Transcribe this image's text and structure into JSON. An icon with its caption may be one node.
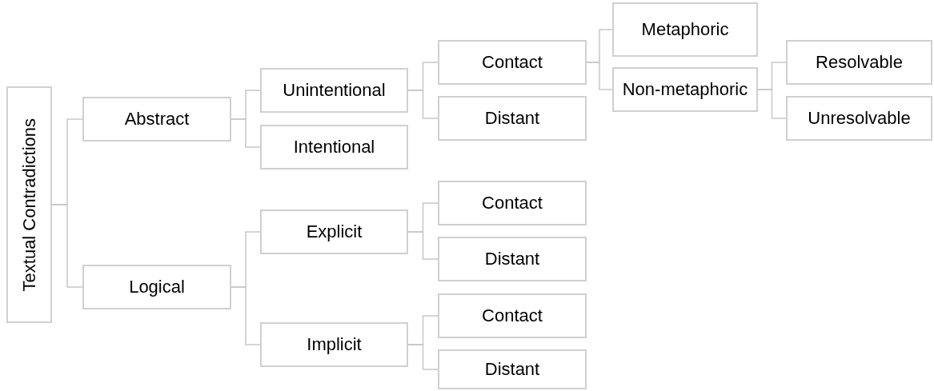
{
  "diagram": {
    "nodes": [
      {
        "text": [
          "Textual Contradictions"
        ]
      },
      {
        "text": [
          "Abstract"
        ]
      },
      {
        "text": [
          "Unintentional"
        ]
      },
      {
        "text": [
          "Intentional"
        ]
      },
      {
        "text": [
          "Contact"
        ]
      },
      {
        "text": [
          "Distant"
        ]
      },
      {
        "text": [
          "Metaphoric"
        ]
      },
      {
        "text": [
          "Non-metaphoric"
        ]
      },
      {
        "text": [
          "Resolvable"
        ]
      },
      {
        "text": [
          "Unresolvable"
        ]
      },
      {
        "text": [
          "Logical"
        ]
      },
      {
        "text": [
          "Explicit"
        ]
      },
      {
        "text": [
          "Implicit"
        ]
      },
      {
        "text": [
          "Contact"
        ]
      },
      {
        "text": [
          "Distant"
        ]
      },
      {
        "text": [
          "Contact"
        ]
      },
      {
        "text": [
          "Distant"
        ]
      }
    ],
    "edges": [
      {
        "from": 0,
        "to": 1,
        "arrow": "none"
      },
      {
        "from": 0,
        "to": 10,
        "arrow": "none"
      },
      {
        "from": 1,
        "to": 2,
        "arrow": "none"
      },
      {
        "from": 1,
        "to": 3,
        "arrow": "none"
      },
      {
        "from": 2,
        "to": 4,
        "arrow": "none"
      },
      {
        "from": 2,
        "to": 5,
        "arrow": "none"
      },
      {
        "from": 4,
        "to": 6,
        "arrow": "none"
      },
      {
        "from": 4,
        "to": 7,
        "arrow": "none"
      },
      {
        "from": 7,
        "to": 8,
        "arrow": "none"
      },
      {
        "from": 7,
        "to": 9,
        "arrow": "none"
      },
      {
        "from": 10,
        "to": 11,
        "arrow": "none"
      },
      {
        "from": 10,
        "to": 12,
        "arrow": "none"
      },
      {
        "from": 11,
        "to": 13,
        "arrow": "none"
      },
      {
        "from": 11,
        "to": 14,
        "arrow": "none"
      },
      {
        "from": 12,
        "to": 15,
        "arrow": "none"
      },
      {
        "from": 12,
        "to": 16,
        "arrow": "none"
      }
    ]
  }
}
